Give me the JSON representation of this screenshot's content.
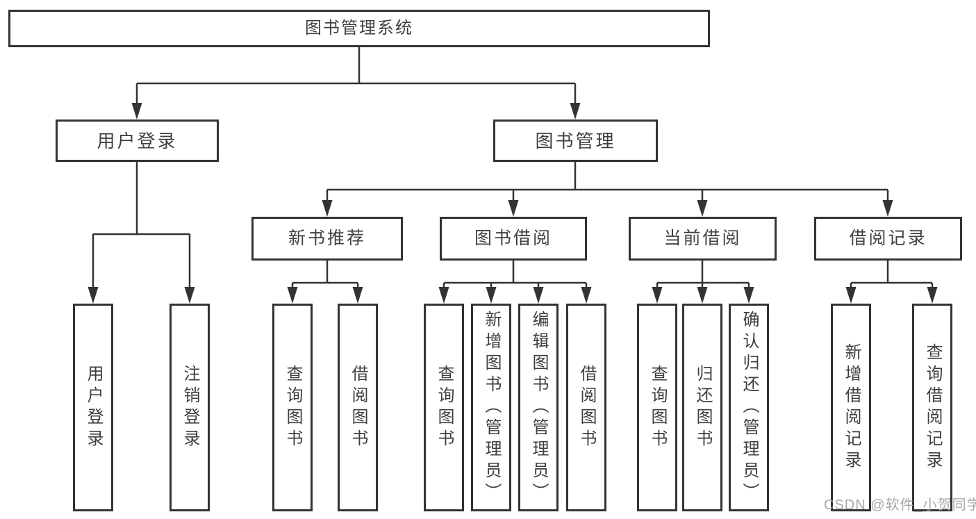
{
  "tree": {
    "root": "图书管理系统",
    "user_login": {
      "label": "用户登录",
      "children": [
        "用户登录",
        "注销登录"
      ]
    },
    "book_mgmt": {
      "label": "图书管理",
      "sections": [
        {
          "label": "新书推荐",
          "children": [
            "查询图书",
            "借阅图书"
          ]
        },
        {
          "label": "图书借阅",
          "children": [
            "查询图书",
            "新增图书（管理员）",
            "编辑图书（管理员）",
            "借阅图书"
          ]
        },
        {
          "label": "当前借阅",
          "children": [
            "查询图书",
            "归还图书",
            "确认归还（管理员）"
          ]
        },
        {
          "label": "借阅记录",
          "children": [
            "新增借阅记录",
            "查询借阅记录"
          ]
        }
      ]
    }
  },
  "watermark": "CSDN @软件_小贺同学",
  "colors": {
    "line": "#333333",
    "border": "#333333",
    "text": "#3f3f3f",
    "watermark": "#9ea0a6",
    "background": "#ffffff"
  }
}
